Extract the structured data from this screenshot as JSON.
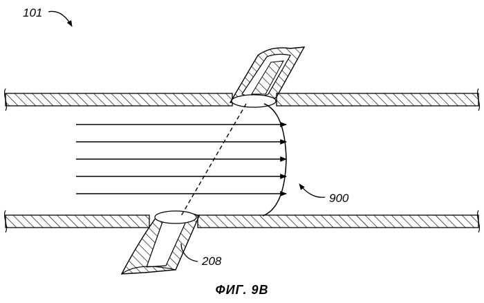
{
  "figure": {
    "caption": "ФИГ. 9B",
    "labels": {
      "assembly": "101",
      "flow_profile": "900",
      "transducer": "208"
    },
    "flow_arrow_count": 5
  }
}
